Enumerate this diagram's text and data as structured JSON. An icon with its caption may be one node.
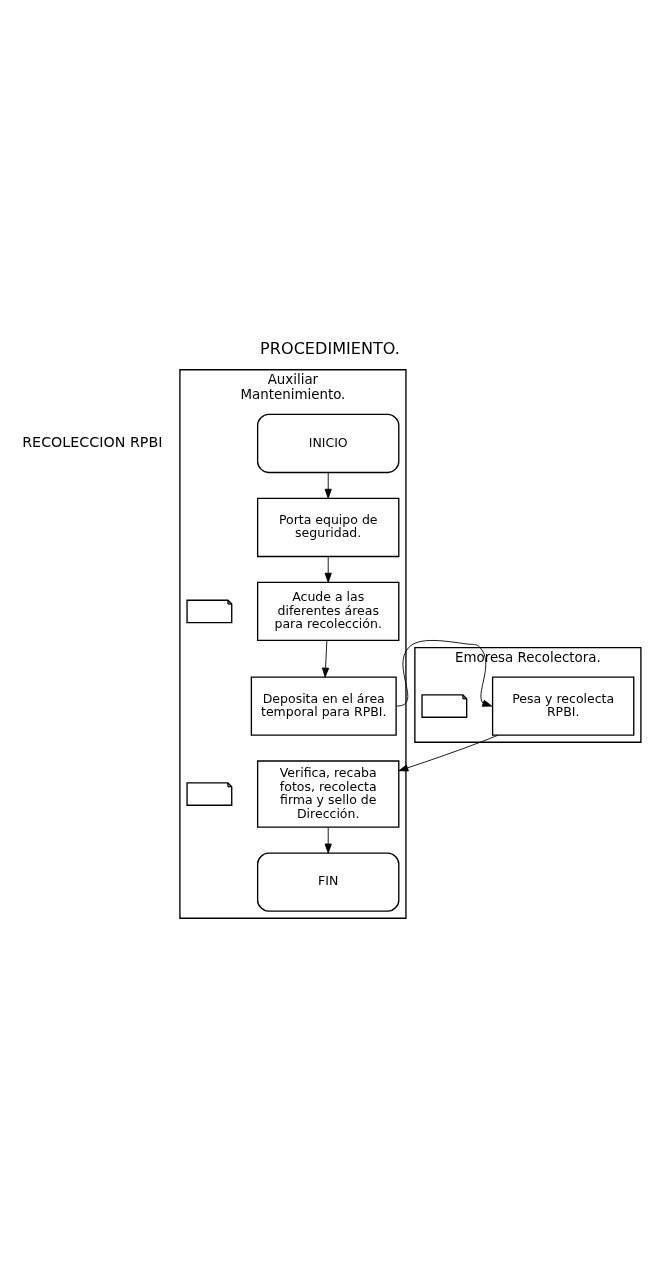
{
  "diagram": {
    "title": "PROCEDIMIENTO.",
    "nodes": [
      {
        "text": [
          "Auxiliar Mantenimiento."
        ]
      },
      {
        "text": [
          "Emoresa Recolectora."
        ]
      },
      {
        "text": [
          "INICIO"
        ],
        "in": 0
      },
      {
        "text": [
          "Porta equipo de seguridad."
        ],
        "in": 0
      },
      {
        "text": [
          "Acude a las diferentes áreas para recolección."
        ],
        "in": 0
      },
      {
        "text": [],
        "shape": "document",
        "in": 0
      },
      {
        "text": [
          "Deposita en el área temporal para RPBI."
        ],
        "in": 0
      },
      {
        "text": [
          "Pesa y recolecta RPBI."
        ],
        "in": 1
      },
      {
        "text": [],
        "shape": "document",
        "in": 1
      },
      {
        "text": [
          "Verifica, recaba fotos, recolecta firma y sello de Dirección."
        ],
        "in": 0
      },
      {
        "text": [],
        "shape": "document",
        "in": 0
      },
      {
        "text": [
          "FIN"
        ],
        "in": 0
      }
    ],
    "edges": [
      {
        "from": 2,
        "to": 3,
        "arrow": "to"
      },
      {
        "from": 3,
        "to": 4,
        "arrow": "to"
      },
      {
        "from": 4,
        "to": 6,
        "arrow": "to"
      },
      {
        "from": 6,
        "to": 7,
        "arrow": "to"
      },
      {
        "from": 7,
        "to": 9,
        "arrow": "to"
      },
      {
        "from": 9,
        "to": 11,
        "arrow": "to"
      }
    ],
    "labels": [
      "RECOLECCION RPBI"
    ]
  }
}
